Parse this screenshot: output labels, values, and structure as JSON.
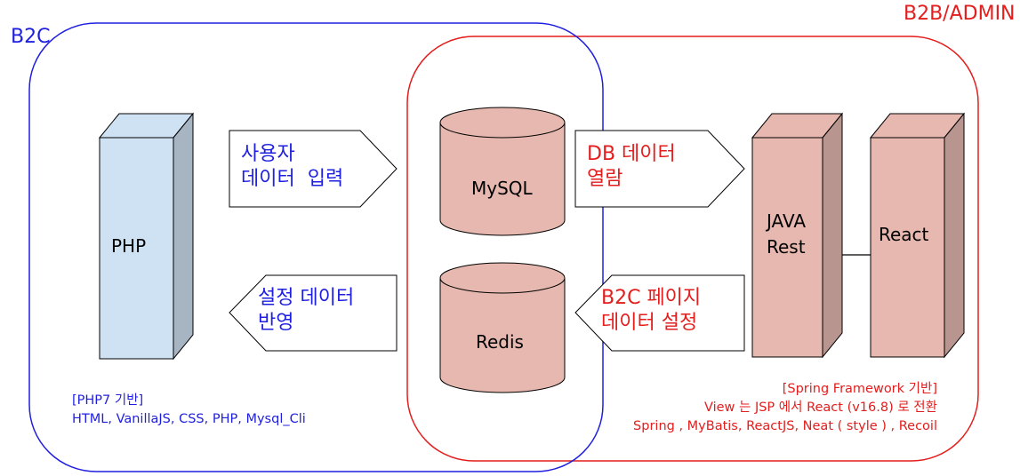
{
  "regions": {
    "b2c_label": "B2C",
    "b2b_label": "B2B/ADMIN"
  },
  "nodes": {
    "php": "PHP",
    "mysql": "MySQL",
    "redis": "Redis",
    "java_line1": "JAVA",
    "java_line2": "Rest",
    "react": "React"
  },
  "arrows": {
    "user_input": [
      "사용자",
      "데이터  입력"
    ],
    "settings_reflect": [
      "설정 데이터",
      "반영"
    ],
    "db_view": [
      "DB 데이터",
      "열람"
    ],
    "b2c_page_settings": [
      "B2C 페이지",
      "데이터 설정"
    ]
  },
  "notes": {
    "b2c": [
      "[PHP7 기반]",
      "HTML, VanillaJS, CSS, PHP, Mysql_Cli"
    ],
    "b2b": [
      "[Spring Framework 기반]",
      "View 는 JSP 에서 React (v16.8) 로 전환",
      "Spring , MyBatis, ReactJS, Neat ( style ) , Recoil"
    ]
  },
  "colors": {
    "b2c_accent": "#1f1fe0",
    "b2b_accent": "#e41d1d",
    "php_fill": "#cfe2f3",
    "php_side": "#a7b5c2",
    "db_fill": "#e6b8af",
    "server_side": "#b8958e"
  }
}
